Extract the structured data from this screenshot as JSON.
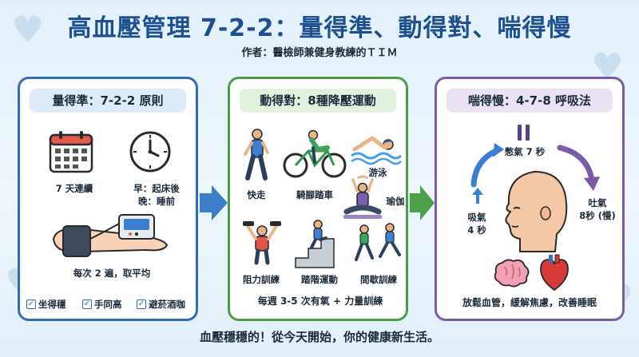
{
  "title": "高血壓管理 7-2-2：量得準、動得對、喘得慢",
  "author": "作者：醫檢師兼健身教練的ＴＩＭ",
  "panel_measure": {
    "heading": "量得準：7-2-2 原則",
    "calendar_label": "7 天連續",
    "clock_label_line1": "早：起床後",
    "clock_label_line2": "晚：睡前",
    "bp_label": "每次 2 遍，取平均",
    "checks": [
      "坐得穩",
      "手同高",
      "避菸酒咖"
    ]
  },
  "panel_exercise": {
    "heading": "動得對：8種降壓運動",
    "items": [
      "快走",
      "騎腳踏車",
      "游泳",
      "瑜伽",
      "阻力訓練",
      "踏階運動",
      "間歇訓練"
    ],
    "note": "每週 3-5 次有氧 + 力量訓練"
  },
  "panel_breath": {
    "heading": "喘得慢：4-7-8 呼吸法",
    "hold_label": "憋氣 7 秒",
    "inhale_line1": "吸氣",
    "inhale_line2": "4 秒",
    "exhale_line1": "吐氣",
    "exhale_line2": "8秒 (慢)",
    "note": "放鬆血管，緩解焦慮，改善睡眠"
  },
  "footer": "血壓穩穩的！從今天開始，你的健康新生活。",
  "colors": {
    "blue": "#2f6db4",
    "green": "#4a9d47",
    "purple": "#7b5aa6",
    "title": "#1d4f91"
  },
  "icons": [
    "heart-icon",
    "calendar-icon",
    "clock-icon",
    "bp-monitor-icon",
    "walking-icon",
    "cycling-icon",
    "swimming-icon",
    "yoga-icon",
    "dumbbell-icon",
    "step-icon",
    "running-icon",
    "head-icon",
    "brain-icon",
    "heart-organ-icon",
    "pause-icon"
  ]
}
